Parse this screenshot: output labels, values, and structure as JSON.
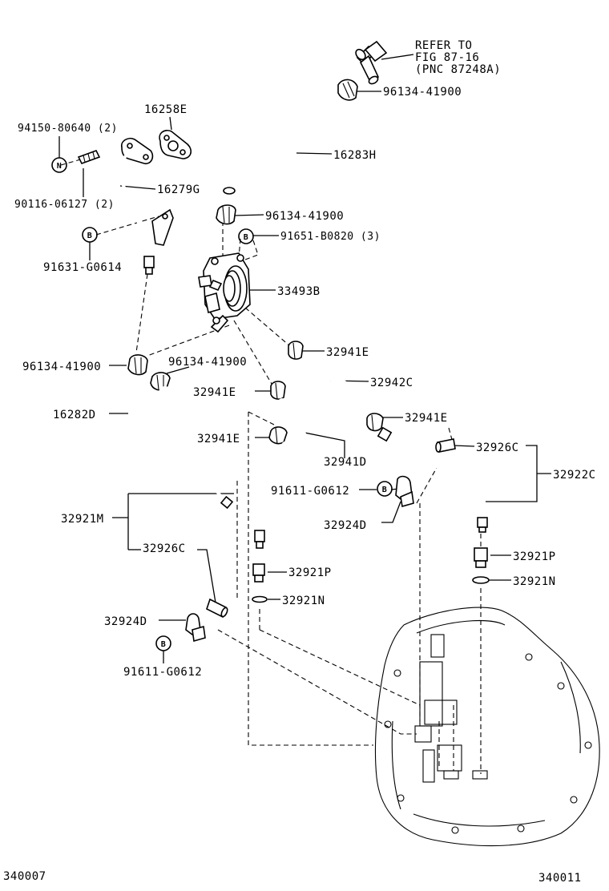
{
  "refer_note": {
    "line1": "REFER TO",
    "line2": "FIG 87-16",
    "line3": "(PNC 87248A)"
  },
  "part_labels": {
    "p96134_41900_a": "96134-41900",
    "p16258E": "16258E",
    "p94150_80640": "94150-80640 (2)",
    "p16283H": "16283H",
    "p16279G": "16279G",
    "p90116_06127": "90116-06127 (2)",
    "p96134_41900_b": "96134-41900",
    "p91651_B0820": "91651-B0820 (3)",
    "p91631_G0614": "91631-G0614",
    "p33493B": "33493B",
    "p32941E_a": "32941E",
    "p96134_41900_c": "96134-41900",
    "p96134_41900_d": "96134-41900",
    "p32942C": "32942C",
    "p32941E_b": "32941E",
    "p16282D": "16282D",
    "p32941E_c": "32941E",
    "p32941E_d": "32941E",
    "p32941D": "32941D",
    "p32926C_a": "32926C",
    "p32922C": "32922C",
    "p91611_G0612_a": "91611-G0612",
    "p32921M": "32921M",
    "p32924D_a": "32924D",
    "p32926C_b": "32926C",
    "p32921P_a": "32921P",
    "p32921P_b": "32921P",
    "p32921N_a": "32921N",
    "p32921N_b": "32921N",
    "p32924D_b": "32924D",
    "p91611_G0612_b": "91611-G0612"
  },
  "badges": {
    "n": "N",
    "b": "B"
  },
  "figure_ids": {
    "left": "340007",
    "right": "340011"
  }
}
